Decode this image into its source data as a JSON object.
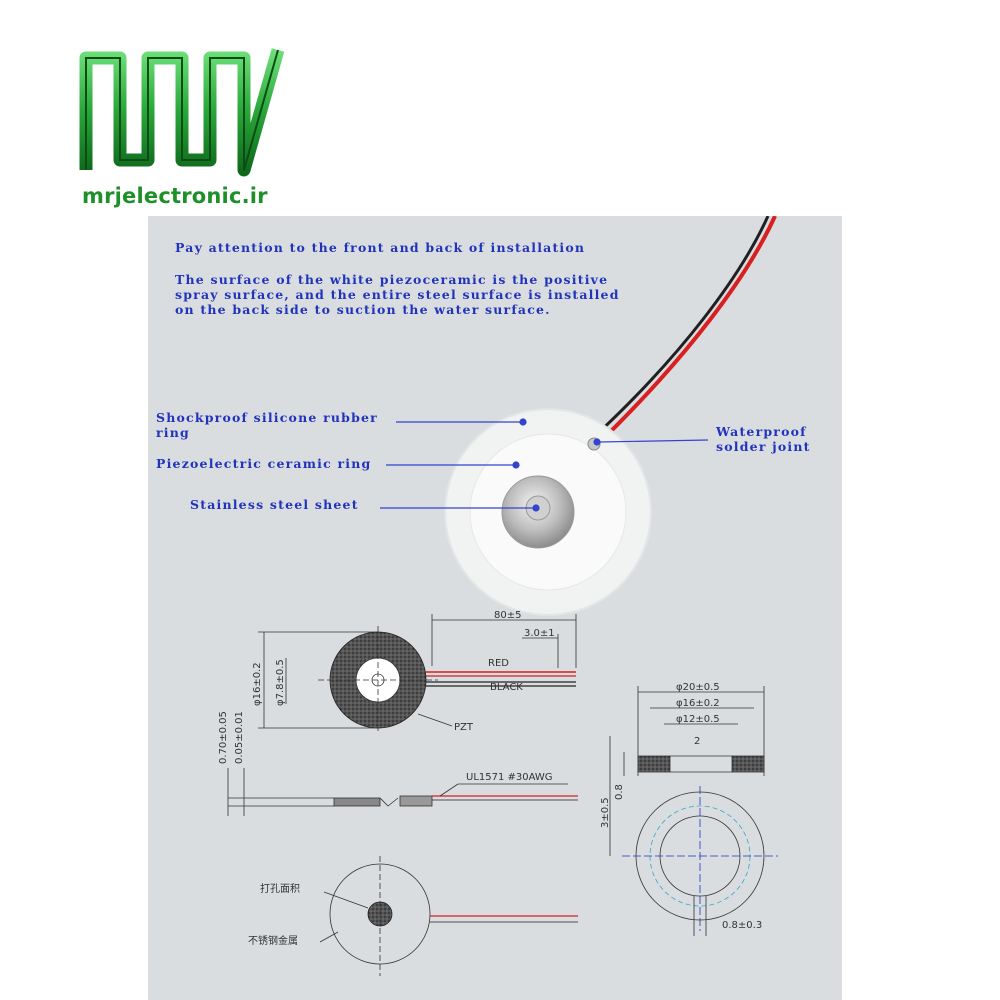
{
  "brand": {
    "site": "mrjelectronic.ir",
    "logo_color": "#1f8f2a"
  },
  "notes": {
    "title": "Pay attention to the front and back of installation",
    "line1": "The surface of the white piezoceramic is the positive",
    "line2": "spray surface, and the entire steel surface is installed",
    "line3": "on the back side to suction the water surface."
  },
  "callouts": {
    "rubber_ring_1": "Shockproof silicone rubber",
    "rubber_ring_2": "ring",
    "ceramic_ring": "Piezoelectric ceramic ring",
    "steel_sheet": "Stainless steel sheet",
    "solder_1": "Waterproof",
    "solder_2": "solder joint"
  },
  "drawing": {
    "wire_length": "80±5",
    "strip_length": "3.0±1",
    "wire_red": "RED",
    "wire_black": "BLACK",
    "dia_outer": "φ16±0.2",
    "dia_inner": "φ7.8±0.5",
    "part_label": "PZT",
    "thickness_total": "0.70±0.05",
    "thickness_sheet": "0.05±0.01",
    "cable_spec": "UL1571  #30AWG",
    "holder_outer": "φ20±0.5",
    "holder_mid": "φ16±0.2",
    "holder_inner": "φ12±0.5",
    "holder_thickness": "0.8",
    "holder_height": "3±0.5",
    "holder_step": "2",
    "holder_gap": "0.8±0.3",
    "hole_area": "打孔面积",
    "stainless_metal": "不锈钢金属"
  },
  "colors": {
    "panel_bg": "#d9dde0",
    "callout_text": "#2233bb",
    "callout_line": "#3344cc",
    "wire_red": "#d82020"
  }
}
